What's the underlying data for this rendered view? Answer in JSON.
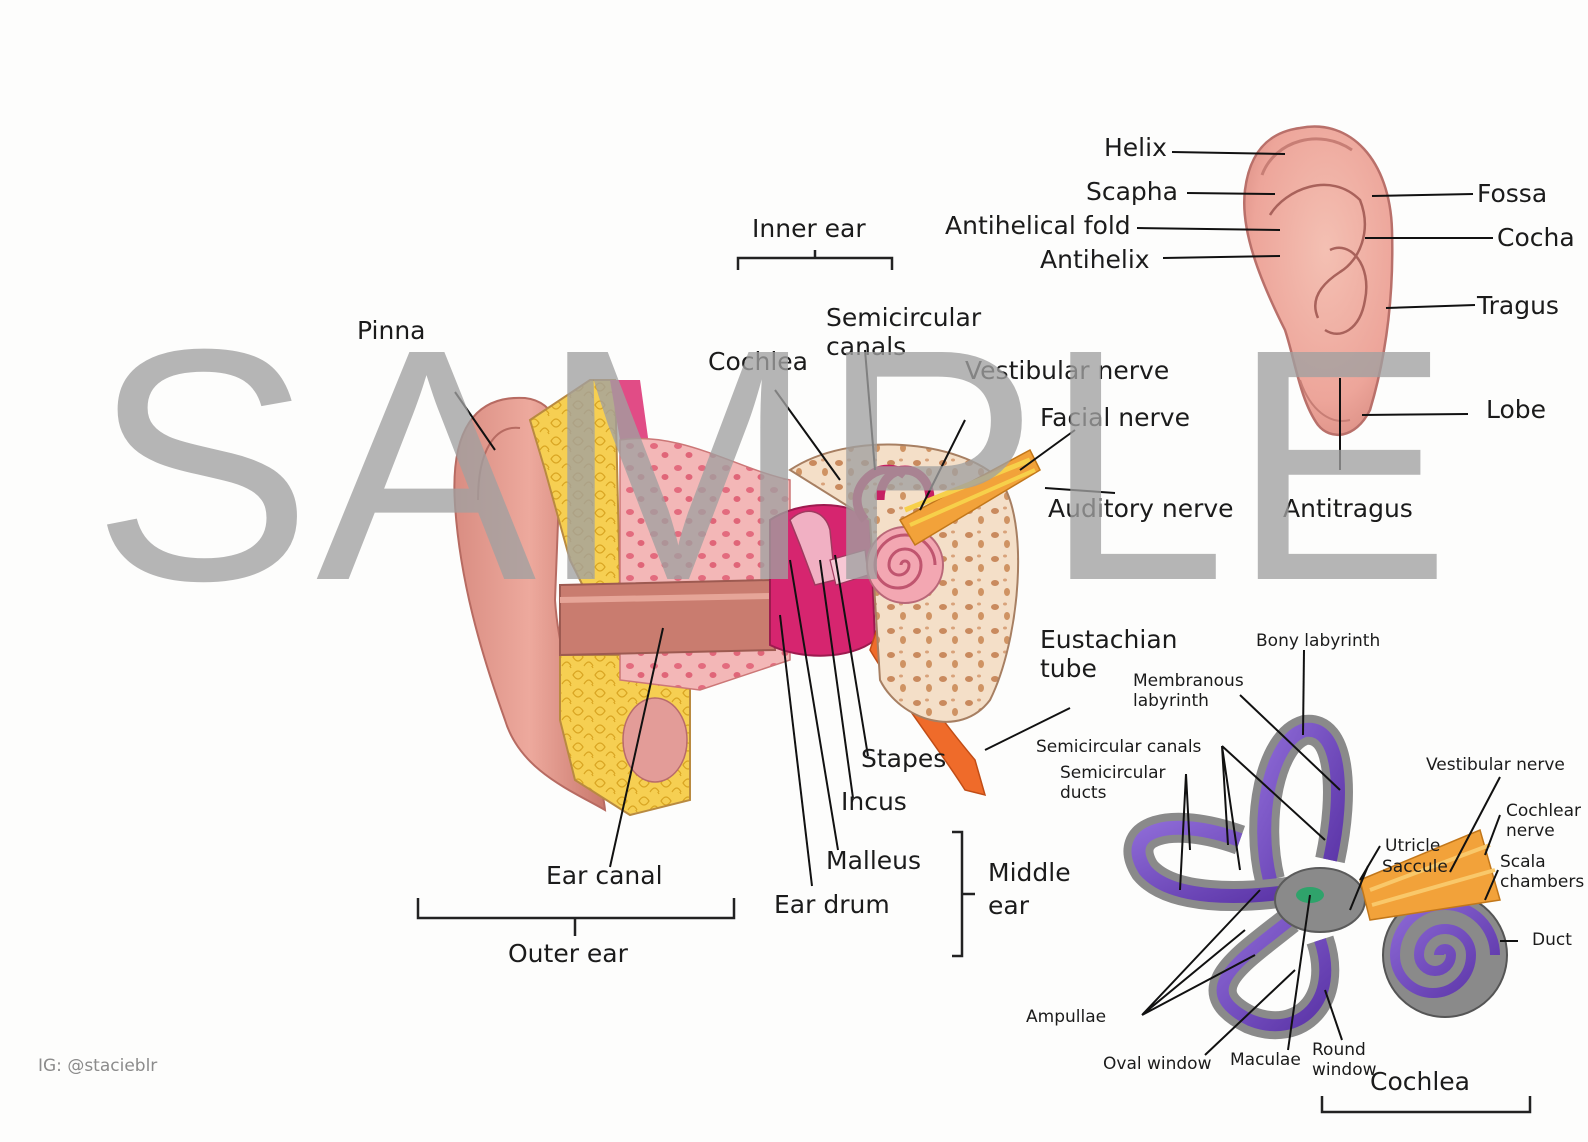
{
  "diagram": {
    "main_ear": {
      "labels": {
        "pinna": "Pinna",
        "inner_ear": "Inner ear",
        "cochlea": "Cochlea",
        "semicircular_canals": "Semicircular canals",
        "vestibular_nerve": "Vestibular nerve",
        "facial_nerve": "Facial nerve",
        "auditory_nerve": "Auditory nerve",
        "eustachian_tube": "Eustachian tube",
        "stapes": "Stapes",
        "incus": "Incus",
        "malleus": "Malleus",
        "ear_drum": "Ear drum",
        "middle_ear": "Middle ear",
        "ear_canal": "Ear canal",
        "outer_ear": "Outer ear"
      }
    },
    "auricle": {
      "labels": {
        "helix": "Helix",
        "scapha": "Scapha",
        "antihelical_fold": "Antihelical fold",
        "antihelix": "Antihelix",
        "fossa": "Fossa",
        "cocha": "Cocha",
        "tragus": "Tragus",
        "lobe": "Lobe",
        "antitragus": "Antitragus"
      }
    },
    "labyrinth": {
      "labels": {
        "bony_labyrinth": "Bony labyrinth",
        "membranous_labyrinth": "Membranous labyrinth",
        "semicircular_canals": "Semicircular canals",
        "semicircular_ducts": "Semicircular ducts",
        "vestibular_nerve": "Vestibular nerve",
        "cochlear_nerve": "Cochlear nerve",
        "utricle": "Utricle",
        "saccule": "Saccule",
        "scala_chambers": "Scala chambers",
        "duct": "Duct",
        "ampullae": "Ampullae",
        "oval_window": "Oval window",
        "maculae": "Maculae",
        "round_window": "Round window",
        "cochlea": "Cochlea"
      }
    }
  },
  "watermark": "SAMPLE",
  "credit": "IG: @stacieblr",
  "colors": {
    "skin": "#eba99c",
    "skin_dark": "#c9786c",
    "fat": "#f3c64a",
    "bone": "#f3dcc4",
    "bone_pink": "#ec9aa0",
    "magenta": "#d6256f",
    "nerve": "#f2a23a",
    "labyrinth_purple": "#7a4fc4",
    "labyrinth_gray": "#9b9b9b",
    "watermark": "#a0a0a0"
  }
}
